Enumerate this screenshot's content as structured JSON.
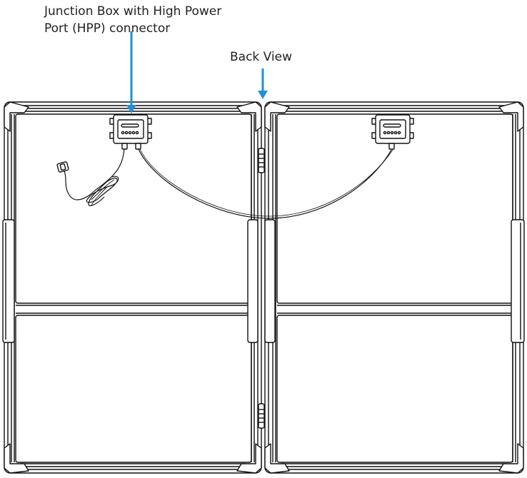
{
  "labels": {
    "junction_box_line1": "Junction Box with High Power",
    "junction_box_line2": "Port (HPP) connector",
    "back_view": "Back View"
  },
  "colors": {
    "arrow": "#1e90d6",
    "line": "#111111",
    "frame_fill": "#ffffff"
  },
  "icons": {
    "junction_box": "junction-box-icon",
    "connector": "hpp-connector-icon",
    "pointer": "arrow-down-icon"
  }
}
